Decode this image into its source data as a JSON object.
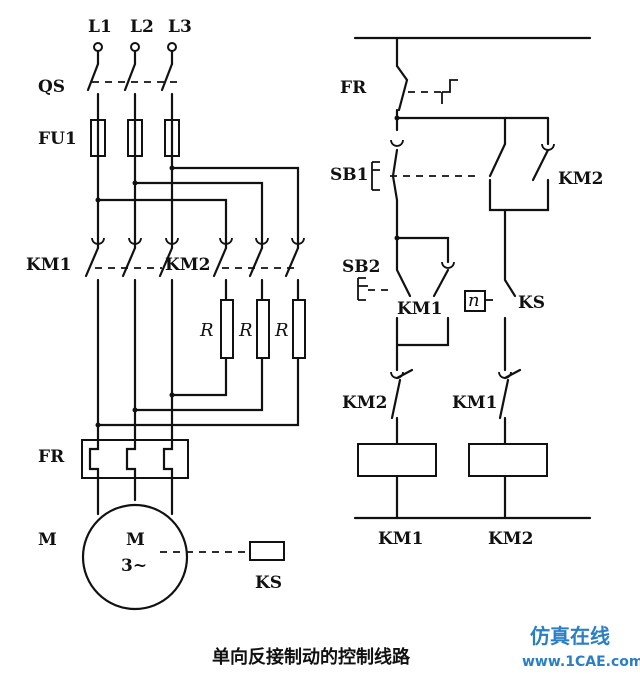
{
  "labels": {
    "l1": "L1",
    "l2": "L2",
    "l3": "L3",
    "qs": "QS",
    "fu1": "FU1",
    "km1_main": "KM1",
    "km2_main": "KM2",
    "r1": "R",
    "r2": "R",
    "r3": "R",
    "fr_main": "FR",
    "m_main": "M",
    "motor_m": "M",
    "motor_phase": "3~",
    "ks_main": "KS",
    "fr_ctrl": "FR",
    "sb1": "SB1",
    "km2_ctrl": "KM2",
    "sb2": "SB2",
    "km1_ctrl": "KM1",
    "n": "n",
    "ks_ctrl": "KS",
    "km2_nc": "KM2",
    "km1_nc": "KM1",
    "coil_km1": "KM1",
    "coil_km2": "KM2"
  },
  "caption": "单向反接制动的控制线路",
  "watermark": {
    "cn": "仿真在线",
    "url": "www.1CAE.com"
  },
  "colors": {
    "ink": "#111111",
    "watermark": "#2a7fc4"
  }
}
